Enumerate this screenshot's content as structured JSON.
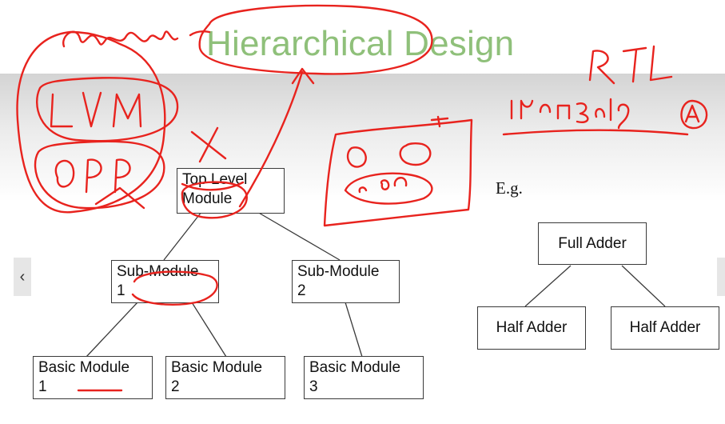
{
  "slide": {
    "title": "Hierarchical Design",
    "example_label": "E.g."
  },
  "hierarchy": {
    "top": {
      "line1": "Top Level",
      "line2": "Module"
    },
    "sub1": {
      "line1": "Sub-Module",
      "line2": "1"
    },
    "sub2": {
      "line1": "Sub-Module",
      "line2": "2"
    },
    "basic1": {
      "line1": "Basic Module",
      "line2": "1"
    },
    "basic2": {
      "line1": "Basic Module",
      "line2": "2"
    },
    "basic3": {
      "line1": "Basic Module",
      "line2": "3"
    }
  },
  "example": {
    "full_adder": "Full Adder",
    "half_adder_left": "Half Adder",
    "half_adder_right": "Half Adder"
  },
  "navigation": {
    "prev_icon": "chevron-left-icon",
    "prev_glyph": "‹"
  },
  "colors": {
    "title": "#8fc07a",
    "annotation_ink": "#e8231e",
    "box_border": "#3a3a3a"
  }
}
